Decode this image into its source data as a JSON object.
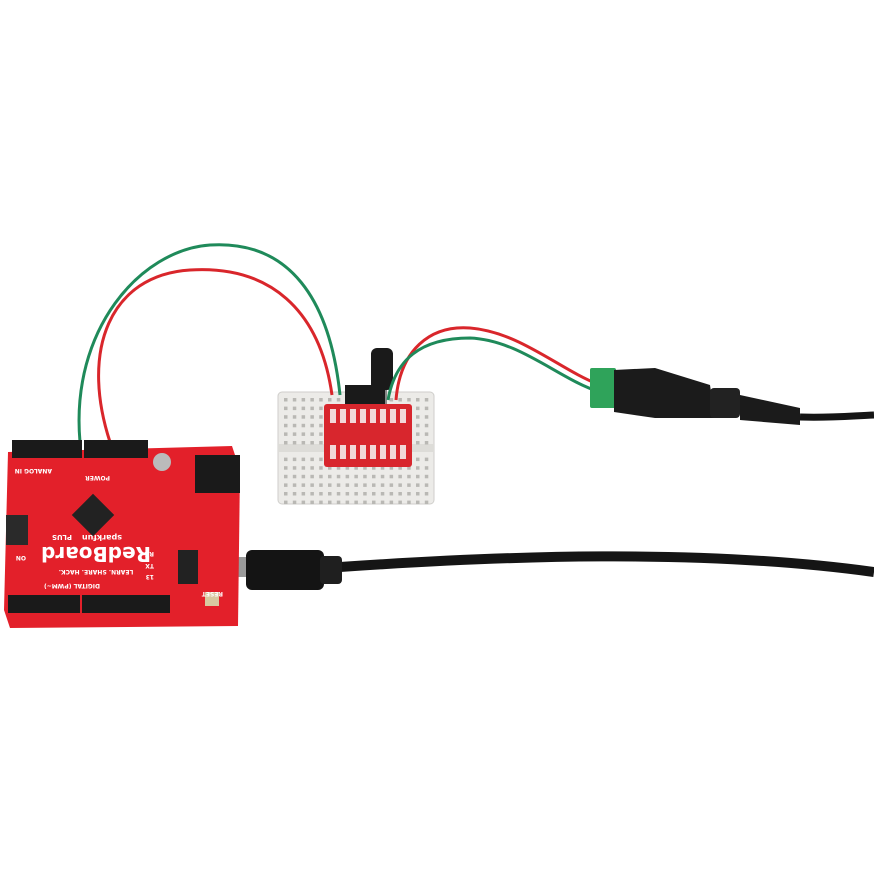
{
  "redboard": {
    "brand": "sparkfun",
    "name": "RedBoard",
    "variant": "PLUS",
    "tagline": "LEARN. SHARE. HACK.",
    "header_analog": "ANALOG IN",
    "header_power": "POWER",
    "header_digital": "DIGITAL (PWM~)",
    "label_reset": "RESET",
    "label_rx": "RX",
    "label_tx": "TX",
    "label_13": "13",
    "label_on": "ON"
  },
  "colors": {
    "board_red": "#e3202a",
    "wire_red": "#d9262b",
    "wire_green": "#1f8a5a",
    "breadboard": "#ecebe8",
    "terminal_green": "#2fa35a",
    "cable_black": "#151515"
  }
}
